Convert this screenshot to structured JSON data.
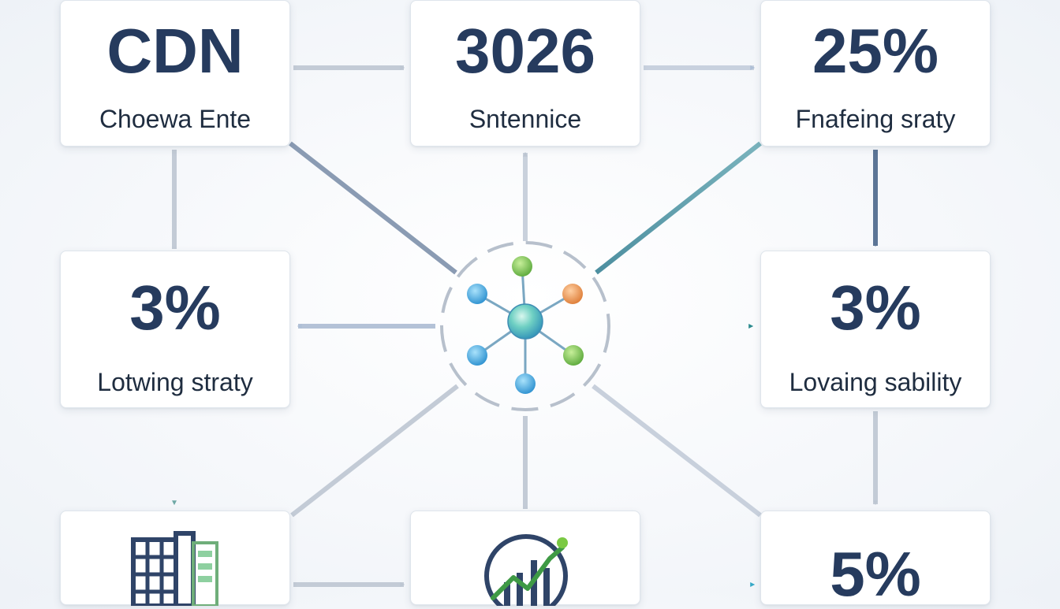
{
  "cards": {
    "top_left": {
      "metric": "CDN",
      "label": "Choewa Ente"
    },
    "top_center": {
      "metric": "3026",
      "label": "Sntennice"
    },
    "top_right": {
      "metric": "25%",
      "label": "Fnafeing sraty"
    },
    "mid_left": {
      "metric": "3%",
      "label": "Lotwing straty"
    },
    "mid_right": {
      "metric": "3%",
      "label": "Lovaing sability"
    },
    "bottom_left": {
      "icon": "building-icon"
    },
    "bottom_center": {
      "icon": "growth-chart-icon"
    },
    "bottom_right": {
      "metric": "5%"
    }
  },
  "hub": {
    "icon": "network-hub-icon"
  },
  "colors": {
    "metric_text": "#263b5e",
    "label_text": "#1f2d40",
    "arrow_gray": "#b9c2ce",
    "arrow_slate": "#5c7596",
    "arrow_teal": "#2b8a8e",
    "arrow_sea": "#6fa8a6",
    "arrow_bright_teal": "#35a8c7",
    "node_green": "#6dbd45",
    "node_blue": "#3aa3dd",
    "node_orange": "#e58b44",
    "node_center": "#5cc7c4"
  }
}
